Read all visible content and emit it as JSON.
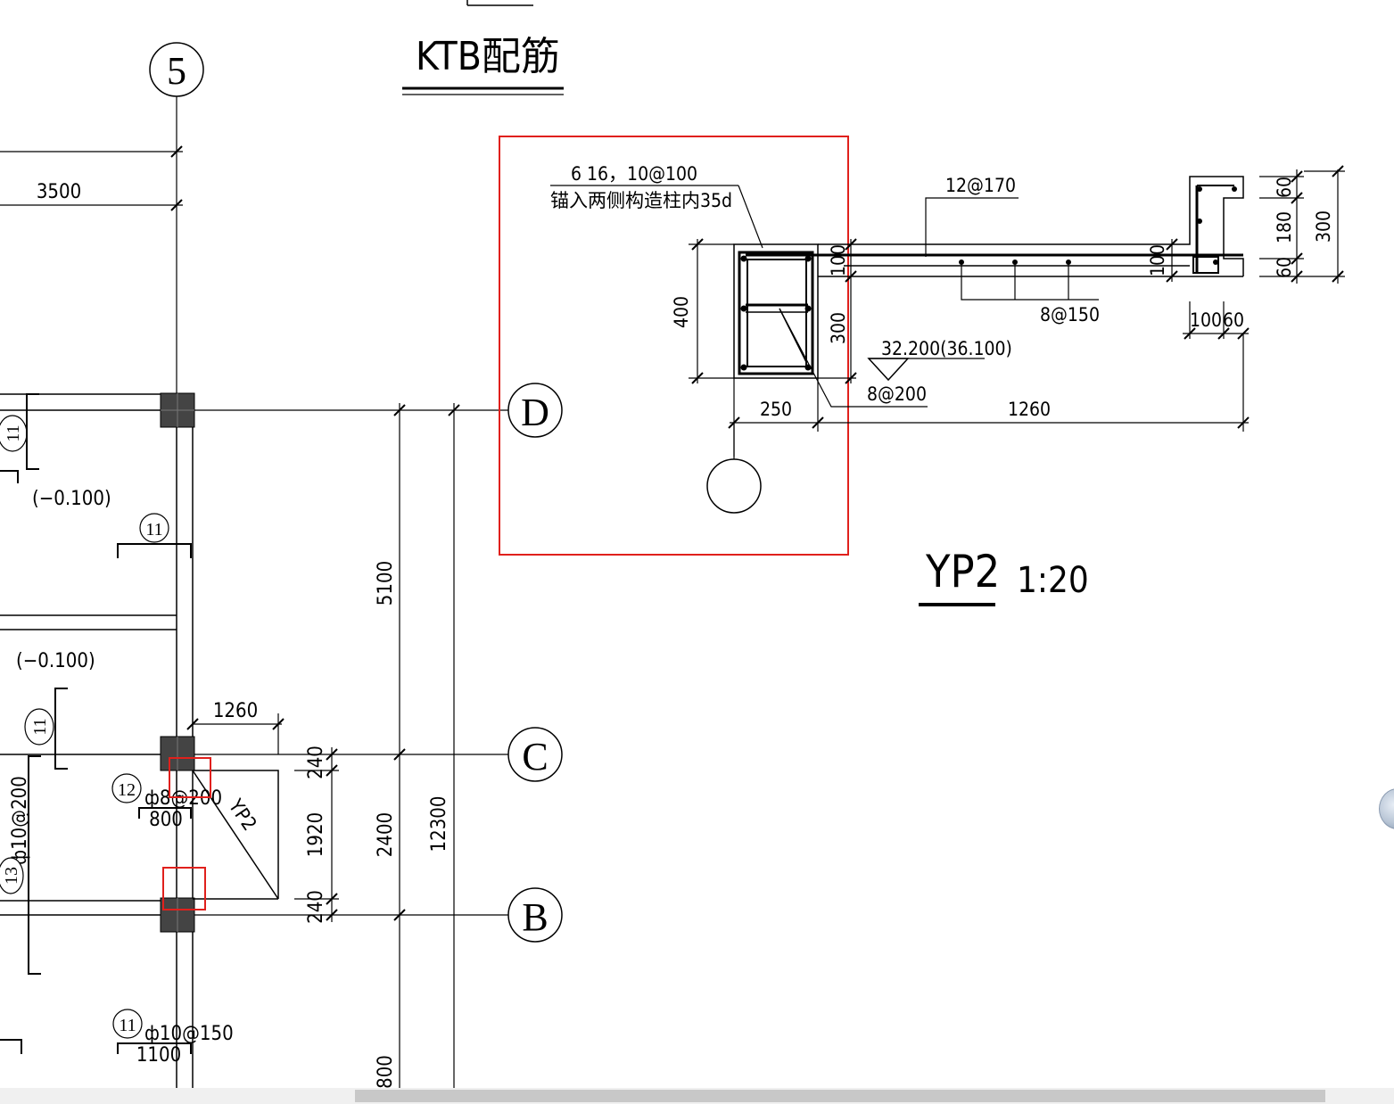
{
  "drawing": {
    "title": "KTB配筋",
    "detail": {
      "name": "YP2",
      "scale": "1:20"
    },
    "axes": {
      "grid5": "5",
      "gridD": "D",
      "gridC": "C",
      "gridB": "B"
    },
    "section_notes": {
      "top_bars": "6 16，10@100",
      "anchorage": "锚入两侧构造柱内35d",
      "slab_top_bar": "12@170",
      "slab_bottom_bar": "8@150",
      "stirrup": "8@200",
      "elevation": "32.200(36.100)"
    },
    "section_dims": {
      "beam_height": "400",
      "slab_thk_left": "100",
      "lower_height": "300",
      "beam_width": "250",
      "cantilever": "1260",
      "slab_thk_right": "100",
      "edge_60_top": "60",
      "edge_180": "180",
      "edge_60_bottom": "60",
      "edge_total": "300",
      "edge_100": "100",
      "edge_60_w": "60"
    },
    "plan_dims": {
      "span_3500": "3500",
      "span_5100": "5100",
      "span_2400": "2400",
      "span_12300": "12300",
      "span_800": "800",
      "d240_top": "240",
      "d1920": "1920",
      "d240_bottom": "240",
      "d1260": "1260"
    },
    "plan_labels": {
      "elev1": "(−0.100)",
      "elev2": "(−0.100)",
      "mark11_a": "11",
      "mark11_b": "11",
      "mark11_c": "11",
      "mark11_d": "11",
      "mark12": "12",
      "mark13": "13",
      "rebar_12": "ф8@200",
      "len_12": "800",
      "rebar_13": "ф10@200",
      "rebar_11d": "ф10@150",
      "len_11d": "1100",
      "yp2_tag": "YP2"
    }
  }
}
